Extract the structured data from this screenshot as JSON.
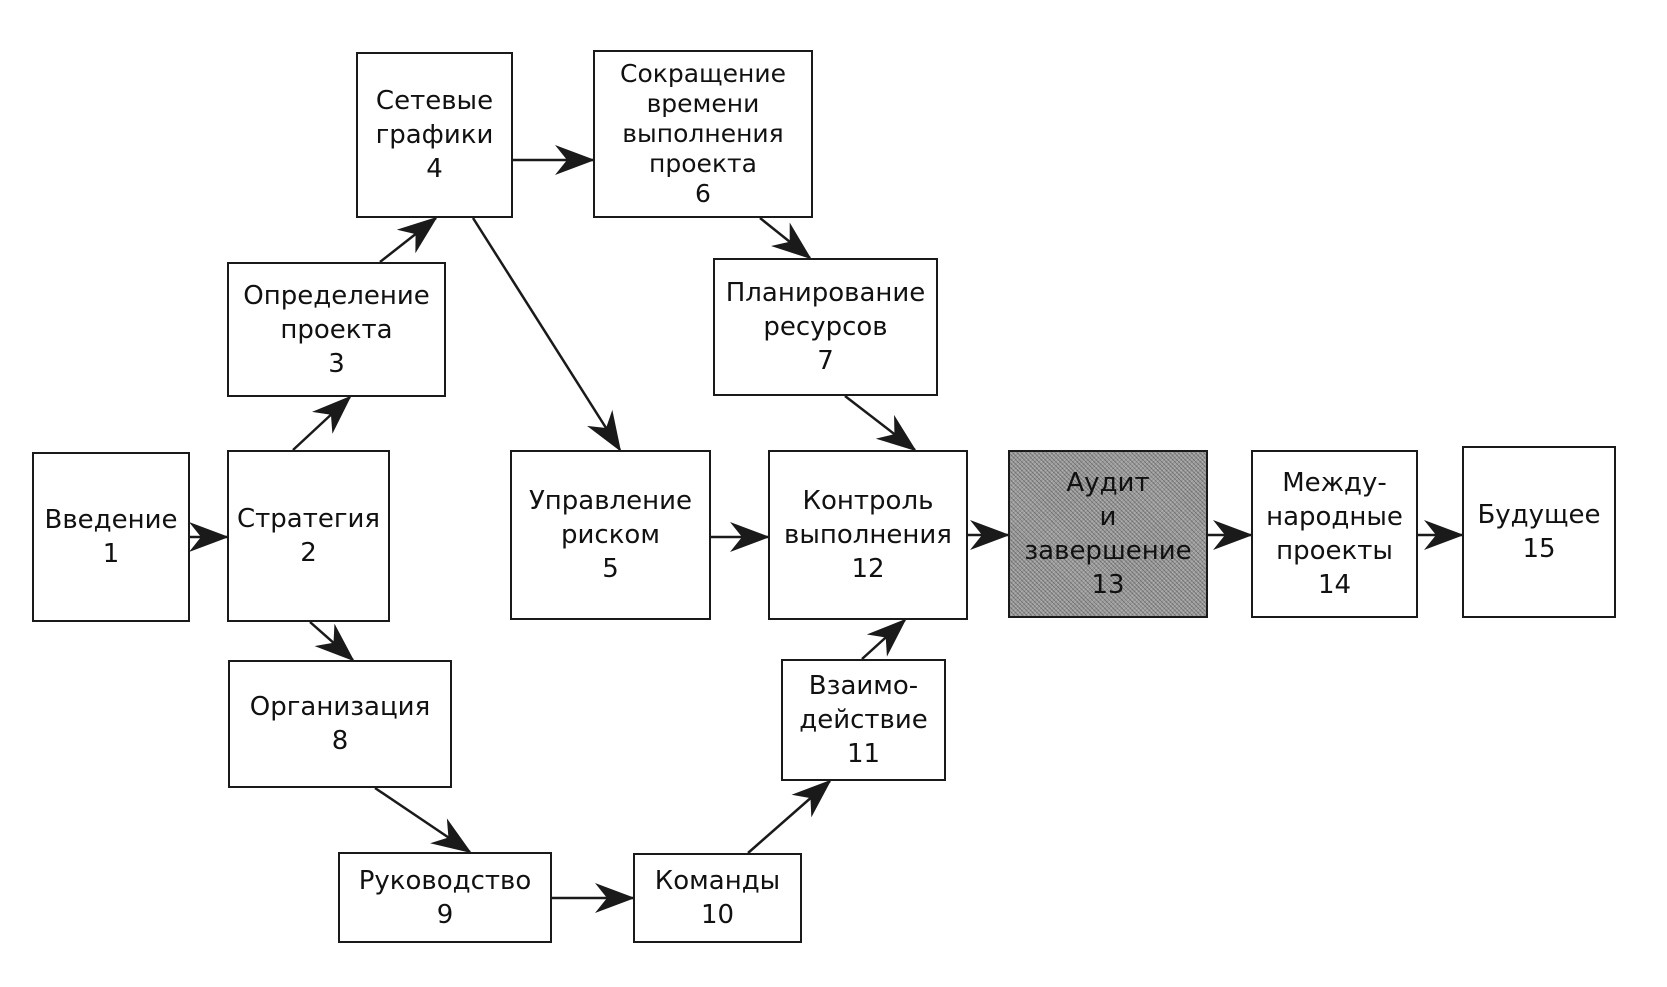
{
  "colors": {
    "stroke": "#1a1a1a",
    "box_fill": "#ffffff",
    "highlight_fill": "#9a9a9a"
  },
  "nodes": [
    {
      "id": "n1",
      "label": "Введение\n1"
    },
    {
      "id": "n2",
      "label": "Стратегия\n2"
    },
    {
      "id": "n3",
      "label": "Определение\nпроекта\n3"
    },
    {
      "id": "n4",
      "label": "Сетевые\nграфики\n4"
    },
    {
      "id": "n5",
      "label": "Управление\nриском\n5"
    },
    {
      "id": "n6",
      "label": "Сокращение\nвремени\nвыполнения\nпроекта\n6"
    },
    {
      "id": "n7",
      "label": "Планирование\nресурсов\n7"
    },
    {
      "id": "n8",
      "label": "Организация\n8"
    },
    {
      "id": "n9",
      "label": "Руководство\n9"
    },
    {
      "id": "n10",
      "label": "Команды\n10"
    },
    {
      "id": "n11",
      "label": "Взаимо-\nдействие\n11"
    },
    {
      "id": "n12",
      "label": "Контроль\nвыполнения\n12"
    },
    {
      "id": "n13",
      "label": "Аудит\nи\nзавершение\n13"
    },
    {
      "id": "n14",
      "label": "Между-\nнародные\nпроекты\n14"
    },
    {
      "id": "n15",
      "label": "Будущее\n15"
    }
  ],
  "edges": [
    {
      "from": "n1",
      "to": "n2"
    },
    {
      "from": "n2",
      "to": "n3"
    },
    {
      "from": "n2",
      "to": "n8"
    },
    {
      "from": "n3",
      "to": "n4"
    },
    {
      "from": "n4",
      "to": "n6"
    },
    {
      "from": "n4",
      "to": "n5"
    },
    {
      "from": "n6",
      "to": "n7"
    },
    {
      "from": "n7",
      "to": "n12"
    },
    {
      "from": "n5",
      "to": "n12"
    },
    {
      "from": "n8",
      "to": "n9"
    },
    {
      "from": "n9",
      "to": "n10"
    },
    {
      "from": "n10",
      "to": "n11"
    },
    {
      "from": "n11",
      "to": "n12"
    },
    {
      "from": "n12",
      "to": "n13"
    },
    {
      "from": "n13",
      "to": "n14"
    },
    {
      "from": "n14",
      "to": "n15"
    }
  ]
}
